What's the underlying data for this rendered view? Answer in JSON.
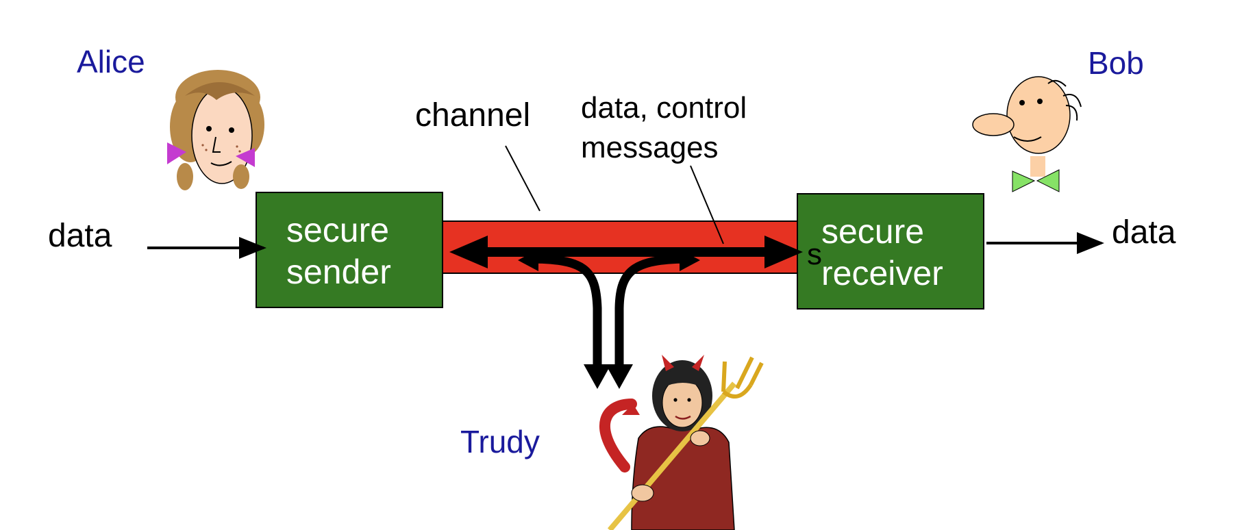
{
  "actors": {
    "alice": "Alice",
    "bob": "Bob",
    "trudy": "Trudy"
  },
  "labels": {
    "data_in": "data",
    "data_out": "data",
    "channel": "channel",
    "messages_line1": "data, control",
    "messages_line2": "messages",
    "stray_s": "s"
  },
  "boxes": {
    "sender_line1": "secure",
    "sender_line2": "sender",
    "receiver_line1": "secure",
    "receiver_line2": "receiver"
  },
  "colors": {
    "box_fill": "#357a23",
    "channel_fill": "#e63222",
    "name_text": "#1a1a9c",
    "arrow": "#000000"
  },
  "icons": {
    "alice": "alice-cartoon-icon",
    "bob": "bob-cartoon-icon",
    "trudy": "trudy-devil-icon"
  }
}
